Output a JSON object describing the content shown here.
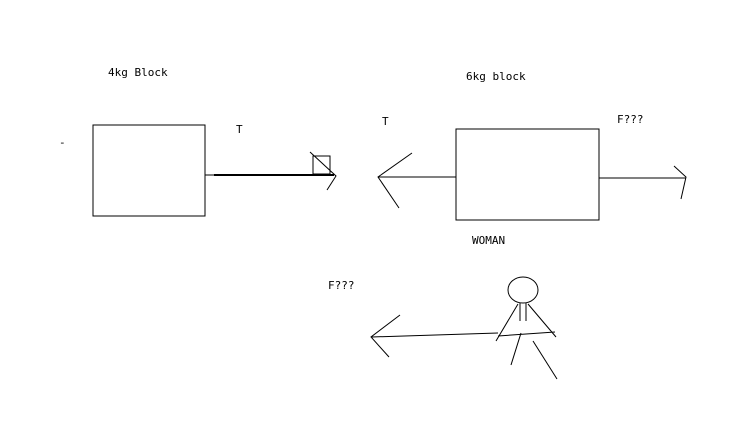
{
  "labels": {
    "block_4kg": "4kg Block",
    "block_6kg": "6kg block",
    "tension_left": "T",
    "tension_right": "T",
    "force_right": "F???",
    "force_woman": "F???",
    "woman": "WOMAN",
    "stray_mark": "-"
  },
  "colors": {
    "ink": "#000000",
    "background": "#ffffff"
  }
}
